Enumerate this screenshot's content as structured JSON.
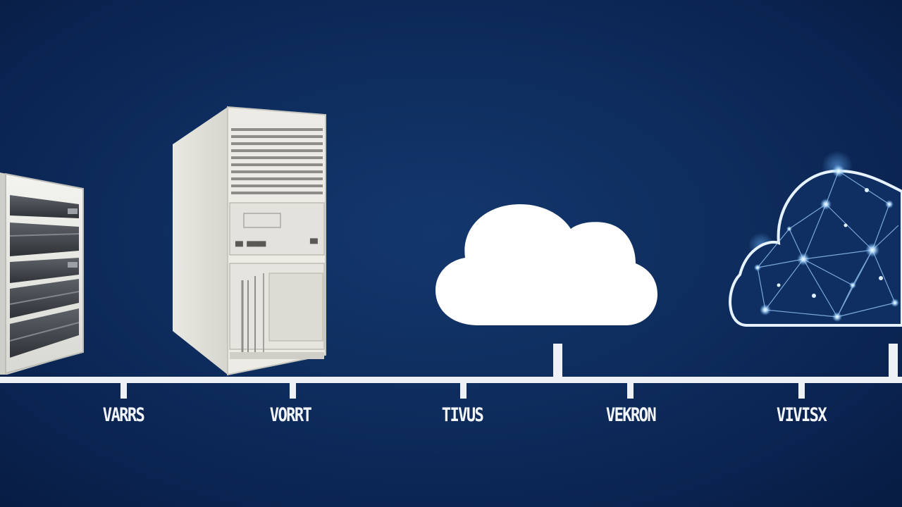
{
  "colors": {
    "background": "#0d2a58",
    "line": "#eef2f6",
    "hardware": "#e9e8e2",
    "glow": "#7fc4ff"
  },
  "timeline": {
    "stages": [
      {
        "label": "VARRS",
        "icon": "server-rack-icon"
      },
      {
        "label": "VORRT",
        "icon": "tower-server-icon"
      },
      {
        "label": "TIVUS",
        "icon": "cloud-icon"
      },
      {
        "label": "VEKRON",
        "icon": "cloud-icon"
      },
      {
        "label": "VIVISX",
        "icon": "network-cloud-icon"
      }
    ]
  },
  "tower": {
    "plate": "▆▆ ▆▆▆▆▆",
    "plate_right": "▆▆"
  }
}
